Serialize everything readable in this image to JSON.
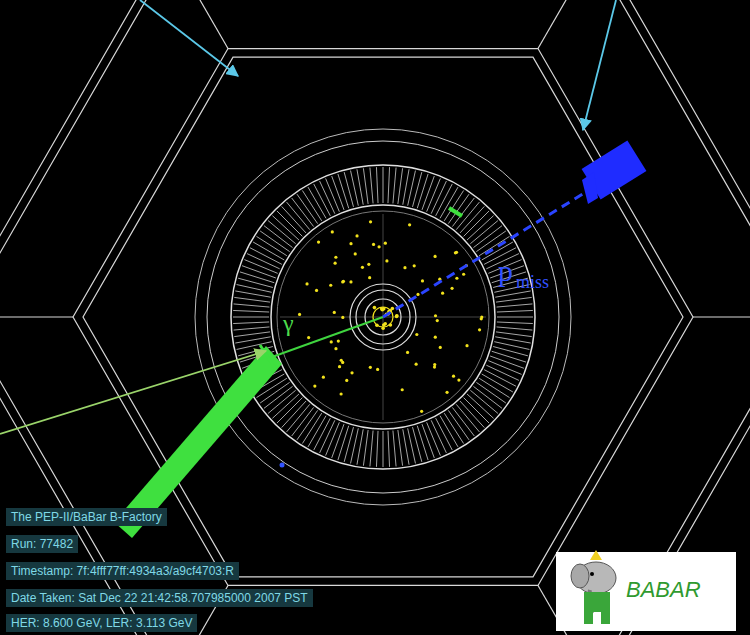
{
  "diagram": {
    "labels": [
      "γ",
      "p",
      "miss",
      "The PEP-II/BaBar B-Factory",
      "Run: 77482",
      "Timestamp: 7f:4fff77ff:4934a3/a9cf4703:R",
      "Date Taken: Sat Dec 22 21:42:58.707985000 2007 PST",
      "HER: 8.600 GeV, LER: 3.113 GeV",
      "BABAR"
    ]
  }
}
